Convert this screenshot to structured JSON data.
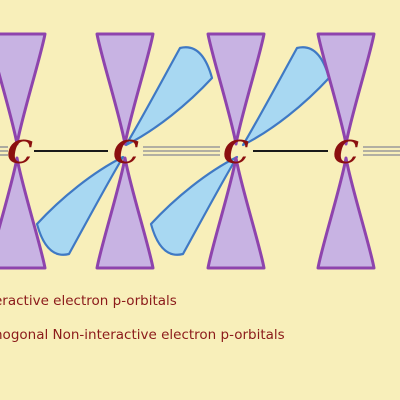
{
  "atoms": [
    {
      "label": "C"
    },
    {
      "label": "C"
    },
    {
      "label": "C"
    },
    {
      "label": "C"
    }
  ],
  "captions": {
    "interactive": "eractive electron p-orbitals",
    "orthogonal": "hogonal Non-interactive electron p-orbitals"
  },
  "colors": {
    "background": "#f8efba",
    "interactive_lobe_fill": "#c8b3e3",
    "interactive_lobe_stroke": "#8e44ad",
    "orthogonal_lobe_fill": "#a8d8f2",
    "orthogonal_lobe_stroke": "#3f79c4",
    "atom_label": "#8b0f0f",
    "caption_text": "#8b1a1a",
    "single_bond": "#1a1a1a",
    "triple_bond": "#9a9a9a"
  }
}
